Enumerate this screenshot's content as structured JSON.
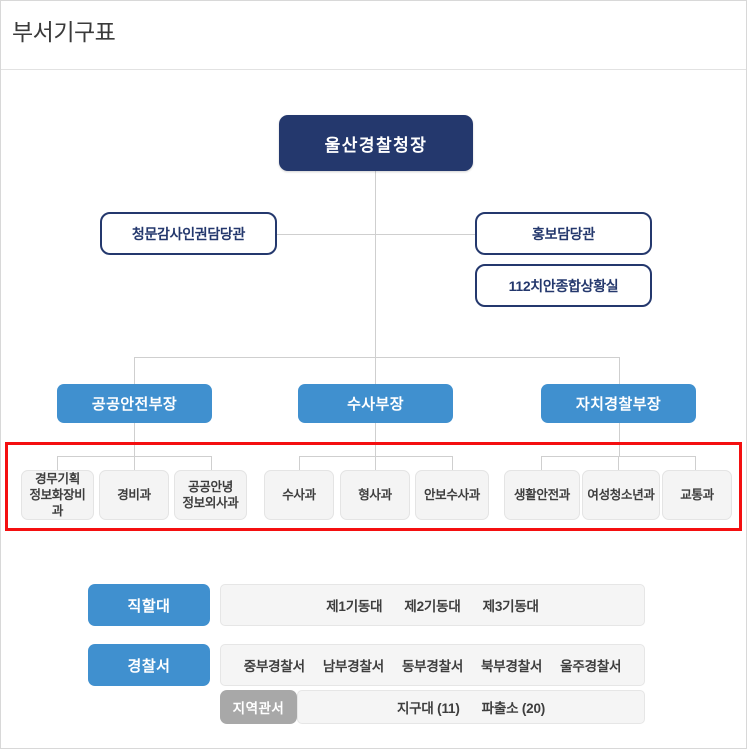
{
  "header": {
    "title": "부서기구표"
  },
  "colors": {
    "chief_bg": "#24386d",
    "staff_border": "#24386d",
    "division_bg": "#4090cf",
    "department_bg": "#f4f4f4",
    "highlight_border": "#f40f10",
    "local_label_bg": "#a8a8a8",
    "connector_line": "#cfcfcf",
    "page_border": "#d8d8d8"
  },
  "chart_data": {
    "type": "org-chart",
    "title": "부서기구표",
    "root": {
      "label": "울산경찰청장",
      "style": "chief"
    },
    "staff_units": [
      {
        "label": "청문감사인권담당관",
        "side": "left"
      },
      {
        "label": "홍보담당관",
        "side": "right"
      },
      {
        "label": "112치안종합상황실",
        "side": "right"
      }
    ],
    "divisions": [
      {
        "label": "공공안전부장",
        "departments": [
          {
            "line1": "경무기획",
            "line2": "정보화장비과",
            "text": "경무기획정보화장비과"
          },
          {
            "line1": "경비과",
            "line2": "",
            "text": "경비과"
          },
          {
            "line1": "공공안녕",
            "line2": "정보외사과",
            "text": "공공안녕정보외사과"
          }
        ]
      },
      {
        "label": "수사부장",
        "departments": [
          {
            "line1": "수사과",
            "line2": "",
            "text": "수사과"
          },
          {
            "line1": "형사과",
            "line2": "",
            "text": "형사과"
          },
          {
            "line1": "안보수사과",
            "line2": "",
            "text": "안보수사과"
          }
        ]
      },
      {
        "label": "자치경찰부장",
        "departments": [
          {
            "line1": "생활안전과",
            "line2": "",
            "text": "생활안전과"
          },
          {
            "line1": "여성청소년과",
            "line2": "",
            "text": "여성청소년과"
          },
          {
            "line1": "교통과",
            "line2": "",
            "text": "교통과"
          }
        ]
      }
    ],
    "bottom_rows": [
      {
        "label": "직할대",
        "label_style": "blue",
        "items": [
          "제1기동대",
          "제2기동대",
          "제3기동대"
        ]
      },
      {
        "label": "경찰서",
        "label_style": "blue",
        "items": [
          "중부경찰서",
          "남부경찰서",
          "동부경찰서",
          "북부경찰서",
          "울주경찰서"
        ]
      },
      {
        "label": "지역관서",
        "label_style": "gray",
        "items": [
          "지구대 (11)",
          "파출소 (20)"
        ]
      }
    ]
  }
}
